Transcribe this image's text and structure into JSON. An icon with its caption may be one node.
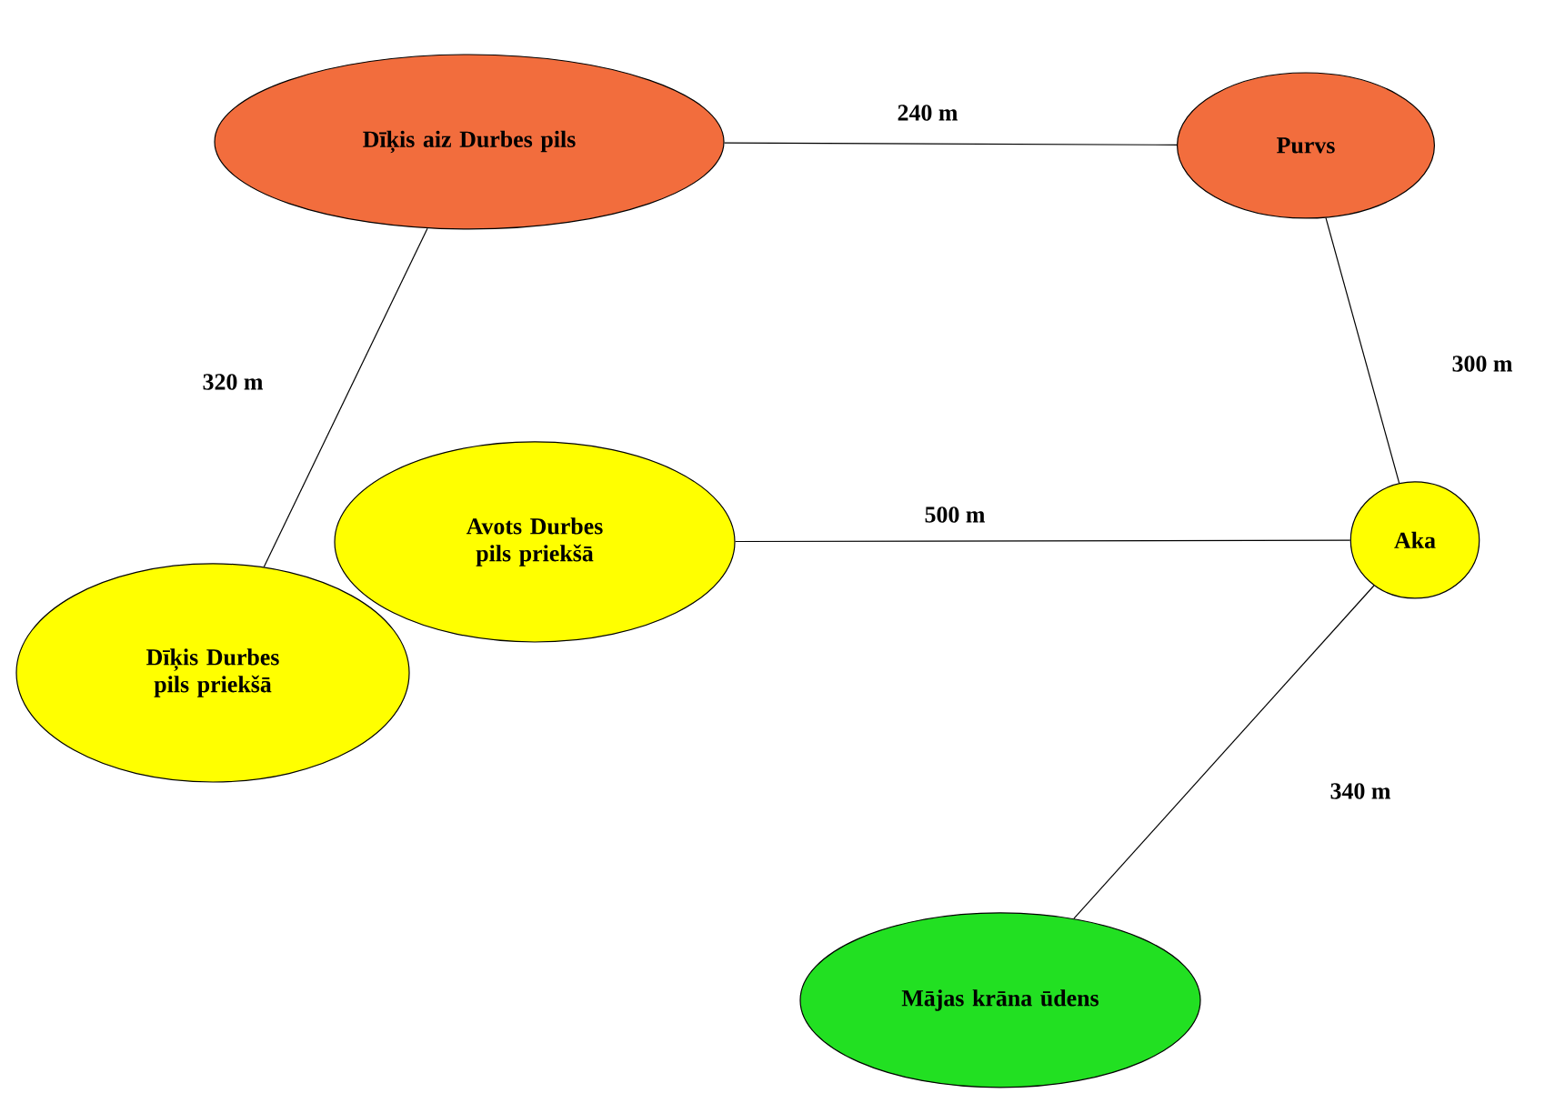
{
  "diagram": {
    "nodes": [
      {
        "text": [
          "Dīķis aiz Durbes pils"
        ]
      },
      {
        "text": [
          "Purvs"
        ]
      },
      {
        "text": [
          "Avots Durbes pils priekšā"
        ]
      },
      {
        "text": [
          "Aka"
        ]
      },
      {
        "text": [
          "Dīķis Durbes pils priekšā"
        ]
      },
      {
        "text": [
          "Mājas krāna ūdens"
        ]
      }
    ],
    "edges": [
      {
        "from": 0,
        "to": 1,
        "arrow": "none",
        "label": "240 m"
      },
      {
        "from": 0,
        "to": 4,
        "arrow": "none",
        "label": "320 m"
      },
      {
        "from": 1,
        "to": 3,
        "arrow": "none",
        "label": "300 m"
      },
      {
        "from": 2,
        "to": 3,
        "arrow": "none",
        "label": "500 m"
      },
      {
        "from": 3,
        "to": 5,
        "arrow": "none",
        "label": "340 m"
      }
    ]
  }
}
